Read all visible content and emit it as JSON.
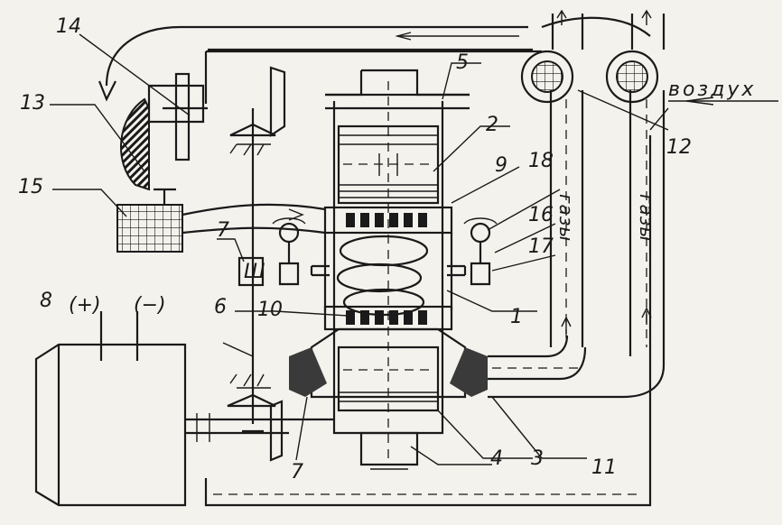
{
  "labels": {
    "n1": "1",
    "n2": "2",
    "n3": "3",
    "n4": "4",
    "n5": "5",
    "n6": "6",
    "n7a": "7",
    "n7b": "7",
    "n8": "8",
    "n9": "9",
    "n10": "10",
    "n11": "11",
    "n12": "12",
    "n13": "13",
    "n14": "14",
    "n15": "15",
    "n16": "16",
    "n17": "17",
    "n18": "18",
    "plus": "(+)",
    "minus": "(−)",
    "sw": "Ш"
  },
  "text": {
    "gas1": "газы",
    "gas2": "газы",
    "air": "воздух"
  },
  "colors": {
    "ink": "#1a1a1a",
    "paper": "#f4f2ec"
  }
}
